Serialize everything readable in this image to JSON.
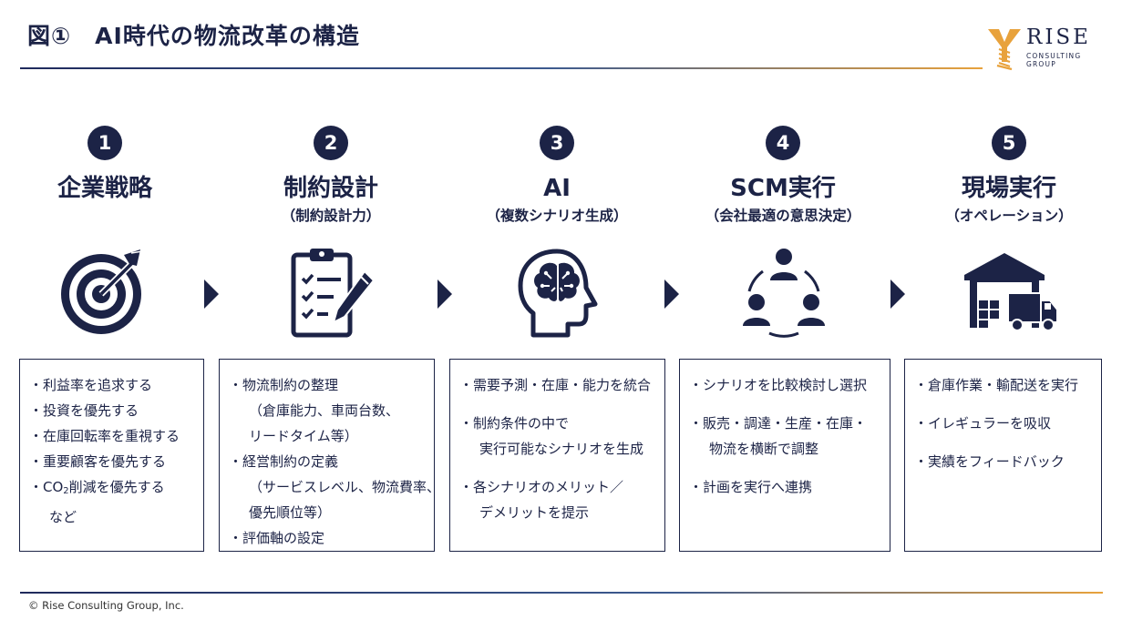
{
  "header": {
    "title": "図①　AI時代の物流改革の構造",
    "logo_main": "RISE",
    "logo_line1": "CONSULTING",
    "logo_line2": "GROUP"
  },
  "steps": [
    {
      "number": "1",
      "title": "企業戦略",
      "subtitle": "",
      "icon": "target-icon"
    },
    {
      "number": "2",
      "title": "制約設計",
      "subtitle": "（制約設計力）",
      "icon": "checklist-icon"
    },
    {
      "number": "3",
      "title": "AI",
      "subtitle": "（複数シナリオ生成）",
      "icon": "ai-head-icon"
    },
    {
      "number": "4",
      "title": "SCM実行",
      "subtitle": "（会社最適の意思決定）",
      "icon": "team-cycle-icon"
    },
    {
      "number": "5",
      "title": "現場実行",
      "subtitle": "（オペレーション）",
      "icon": "warehouse-truck-icon"
    }
  ],
  "box1": {
    "l1": "・利益率を追求する",
    "l2": "・投資を優先する",
    "l3": "・在庫回転率を重視する",
    "l4": "・重要顧客を優先する",
    "l5_pre": "・CO",
    "l5_sub": "2",
    "l5_post": "削減を優先する",
    "l6": "など"
  },
  "box2": {
    "l1": "・物流制約の整理",
    "l2": "（倉庫能力、車両台数、",
    "l3": "リードタイム等）",
    "l4": "・経営制約の定義",
    "l5": "（サービスレベル、物流費率、",
    "l6": "優先順位等）",
    "l7": "・評価軸の設定"
  },
  "box3": {
    "l1": "・需要予測・在庫・能力を統合",
    "l2": "・制約条件の中で",
    "l3": "実行可能なシナリオを生成",
    "l4": "・各シナリオのメリット／",
    "l5": "デメリットを提示"
  },
  "box4": {
    "l1": "・シナリオを比較検討し選択",
    "l2": "・販売・調達・生産・在庫・",
    "l3": "物流を横断で調整",
    "l4": "・計画を実行へ連携"
  },
  "box5": {
    "l1": "・倉庫作業・輸配送を実行",
    "l2": "・イレギュラーを吸収",
    "l3": "・実績をフィードバック"
  },
  "footer": {
    "copyright": "© Rise Consulting Group, Inc."
  },
  "colors": {
    "navy": "#1c2346",
    "gold": "#e8a23c"
  }
}
